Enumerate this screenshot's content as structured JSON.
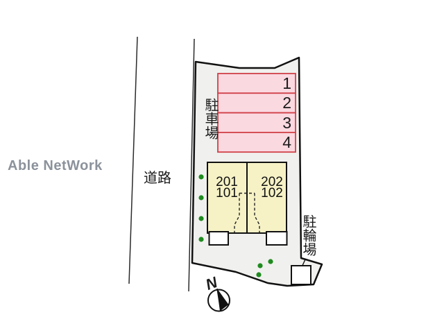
{
  "brand": {
    "name": "Able NetWork"
  },
  "labels": {
    "road": "道路",
    "car_parking": "駐車場",
    "bicycle_parking": "駐輪場",
    "north": "N"
  },
  "parking": {
    "stalls": [
      "1",
      "2",
      "3",
      "4"
    ]
  },
  "building": {
    "left_unit": [
      "201",
      "101"
    ],
    "right_unit": [
      "202",
      "102"
    ]
  },
  "colors": {
    "brand_gray": "#8b929b",
    "plot_fill": "#f0f0ee",
    "stall_fill": "#fbd9e1",
    "stall_border": "#d04048",
    "building_fill": "#f6f2c6",
    "tree_green": "#1f8b1f",
    "line_black": "#111111"
  }
}
